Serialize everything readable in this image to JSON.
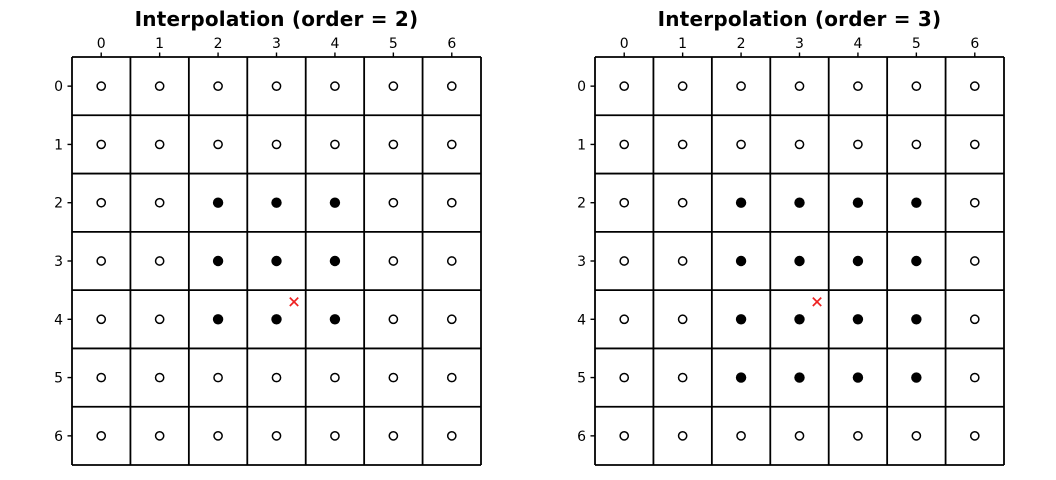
{
  "figure": {
    "background_color": "#ffffff",
    "line_color": "#000000",
    "open_marker_fill": "#ffffff",
    "filled_marker_color": "#000000",
    "cross_color": "#ee2222"
  },
  "panels": [
    {
      "title": "Interpolation (order = 2)",
      "order": 2,
      "grid_rows": 7,
      "grid_cols": 7,
      "x_tick_labels": [
        "0",
        "1",
        "2",
        "3",
        "4",
        "5",
        "6"
      ],
      "y_tick_labels": [
        "0",
        "1",
        "2",
        "3",
        "4",
        "5",
        "6"
      ],
      "filled_cells": [
        [
          2,
          2
        ],
        [
          2,
          3
        ],
        [
          2,
          4
        ],
        [
          3,
          2
        ],
        [
          3,
          3
        ],
        [
          3,
          4
        ],
        [
          4,
          2
        ],
        [
          4,
          3
        ],
        [
          4,
          4
        ]
      ],
      "query_point": {
        "col": 3.3,
        "row": 3.7
      }
    },
    {
      "title": "Interpolation (order = 3)",
      "order": 3,
      "grid_rows": 7,
      "grid_cols": 7,
      "x_tick_labels": [
        "0",
        "1",
        "2",
        "3",
        "4",
        "5",
        "6"
      ],
      "y_tick_labels": [
        "0",
        "1",
        "2",
        "3",
        "4",
        "5",
        "6"
      ],
      "filled_cells": [
        [
          2,
          2
        ],
        [
          2,
          3
        ],
        [
          2,
          4
        ],
        [
          2,
          5
        ],
        [
          3,
          2
        ],
        [
          3,
          3
        ],
        [
          3,
          4
        ],
        [
          3,
          5
        ],
        [
          4,
          2
        ],
        [
          4,
          3
        ],
        [
          4,
          4
        ],
        [
          4,
          5
        ],
        [
          5,
          2
        ],
        [
          5,
          3
        ],
        [
          5,
          4
        ],
        [
          5,
          5
        ]
      ],
      "query_point": {
        "col": 3.3,
        "row": 3.7
      }
    }
  ],
  "chart_data": [
    {
      "type": "scatter",
      "title": "Interpolation (order = 2)",
      "x_axis": {
        "position": "top",
        "ticks": [
          0,
          1,
          2,
          3,
          4,
          5,
          6
        ],
        "range": [
          -0.5,
          6.5
        ]
      },
      "y_axis": {
        "position": "left",
        "inverted": true,
        "ticks": [
          0,
          1,
          2,
          3,
          4,
          5,
          6
        ],
        "range": [
          6.5,
          -0.5
        ]
      },
      "grid": true,
      "legend": "none",
      "series": [
        {
          "name": "unused-grid-points",
          "marker": "open-circle",
          "color": "#000000",
          "note": "open circle at every integer (col,row) lattice point of the 7x7 grid not listed as a support point"
        },
        {
          "name": "support-points",
          "marker": "filled-circle",
          "color": "#000000",
          "points_col_row": [
            [
              2,
              2
            ],
            [
              3,
              2
            ],
            [
              4,
              2
            ],
            [
              2,
              3
            ],
            [
              3,
              3
            ],
            [
              4,
              3
            ],
            [
              2,
              4
            ],
            [
              3,
              4
            ],
            [
              4,
              4
            ]
          ]
        },
        {
          "name": "query-point",
          "marker": "x",
          "color": "#ee2222",
          "points_col_row": [
            [
              3.3,
              3.7
            ]
          ]
        }
      ]
    },
    {
      "type": "scatter",
      "title": "Interpolation (order = 3)",
      "x_axis": {
        "position": "top",
        "ticks": [
          0,
          1,
          2,
          3,
          4,
          5,
          6
        ],
        "range": [
          -0.5,
          6.5
        ]
      },
      "y_axis": {
        "position": "left",
        "inverted": true,
        "ticks": [
          0,
          1,
          2,
          3,
          4,
          5,
          6
        ],
        "range": [
          6.5,
          -0.5
        ]
      },
      "grid": true,
      "legend": "none",
      "series": [
        {
          "name": "unused-grid-points",
          "marker": "open-circle",
          "color": "#000000",
          "note": "open circle at every integer (col,row) lattice point of the 7x7 grid not listed as a support point"
        },
        {
          "name": "support-points",
          "marker": "filled-circle",
          "color": "#000000",
          "points_col_row": [
            [
              2,
              2
            ],
            [
              3,
              2
            ],
            [
              4,
              2
            ],
            [
              5,
              2
            ],
            [
              2,
              3
            ],
            [
              3,
              3
            ],
            [
              4,
              3
            ],
            [
              5,
              3
            ],
            [
              2,
              4
            ],
            [
              3,
              4
            ],
            [
              4,
              4
            ],
            [
              5,
              4
            ],
            [
              2,
              5
            ],
            [
              3,
              5
            ],
            [
              4,
              5
            ],
            [
              5,
              5
            ]
          ]
        },
        {
          "name": "query-point",
          "marker": "x",
          "color": "#ee2222",
          "points_col_row": [
            [
              3.3,
              3.7
            ]
          ]
        }
      ]
    }
  ]
}
